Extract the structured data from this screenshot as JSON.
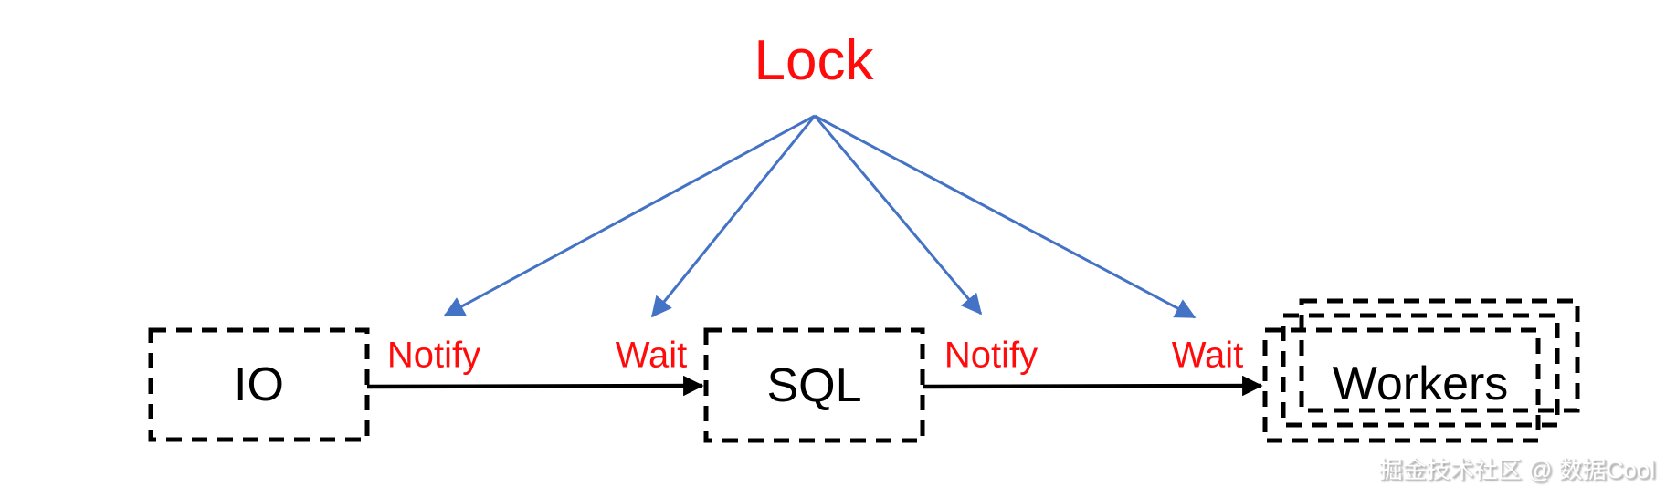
{
  "diagram": {
    "title": "Lock",
    "nodes": [
      {
        "id": "io",
        "label": "IO",
        "shape": "dashed-box"
      },
      {
        "id": "sql",
        "label": "SQL",
        "shape": "dashed-box"
      },
      {
        "id": "workers",
        "label": "Workers",
        "shape": "dashed-box-stack-3"
      }
    ],
    "edges": [
      {
        "from": "IO",
        "to": "SQL",
        "labels": [
          "Notify",
          "Wait"
        ]
      },
      {
        "from": "SQL",
        "to": "Workers",
        "labels": [
          "Notify",
          "Wait"
        ]
      }
    ],
    "lock_arrows": {
      "count": 4,
      "description": "four arrows fan out from below the Lock title down to the Notify and Wait labels"
    },
    "colors": {
      "label_red": "#FF0B0B",
      "arrow_blue": "#4472C4",
      "line_black": "#000000",
      "background": "#FFFFFF"
    }
  },
  "watermark": {
    "text": "掘金技术社区 @ 数据Cool"
  }
}
